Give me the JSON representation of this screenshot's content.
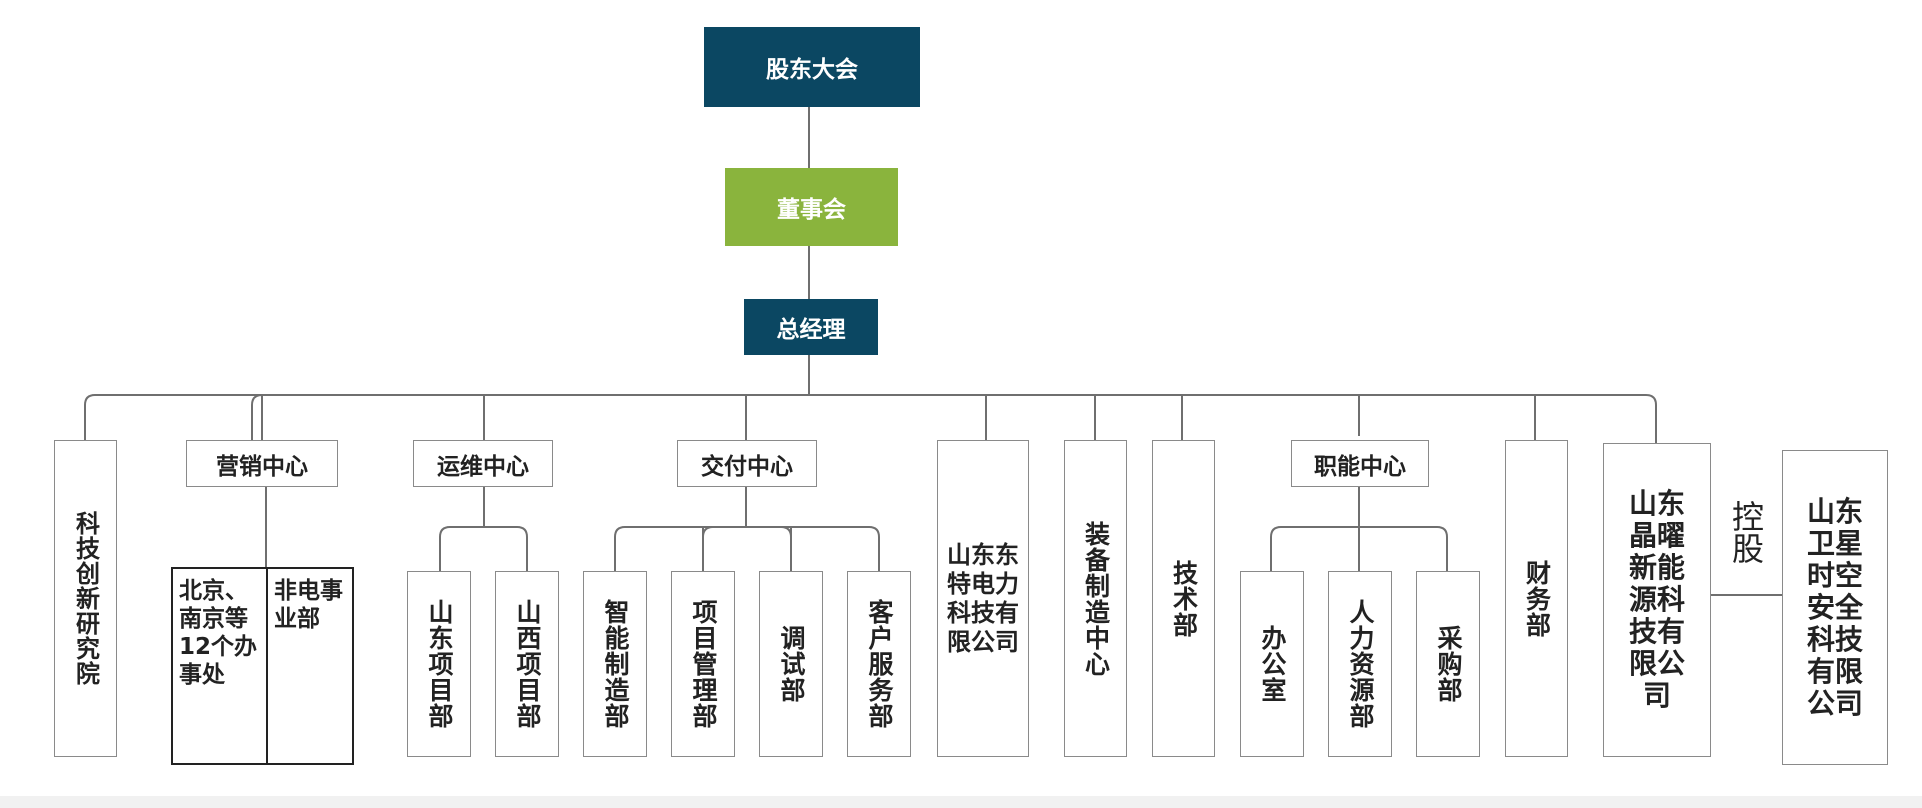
{
  "top": {
    "shareholders": "股东大会",
    "board": "董事会",
    "general_manager": "总经理"
  },
  "departments": {
    "research": "科技创新研究院",
    "marketing": {
      "name": "营销中心",
      "children": [
        "北京、南京等12个办事处",
        "非电事业部"
      ]
    },
    "operations": {
      "name": "运维中心",
      "children": [
        "山东项目部",
        "山西项目部"
      ]
    },
    "delivery": {
      "name": "交付中心",
      "children": [
        "智能制造部",
        "项目管理部",
        "调试部",
        "客户服务部"
      ]
    },
    "dongte": "山东东特电力科技有限公司",
    "equipment": "装备制造中心",
    "technology": "技术部",
    "functions": {
      "name": "职能中心",
      "children": [
        "办公室",
        "人力资源部",
        "采购部"
      ]
    },
    "finance": "财务部",
    "jingyao": "山东晶曜新能源科技有限公司",
    "holding_label": "控股",
    "weixing": "山东卫星时空安全科技有限公司"
  },
  "colors": {
    "dark_blue": "#0b4762",
    "green": "#8ab43d",
    "line": "#6f6f6f"
  }
}
